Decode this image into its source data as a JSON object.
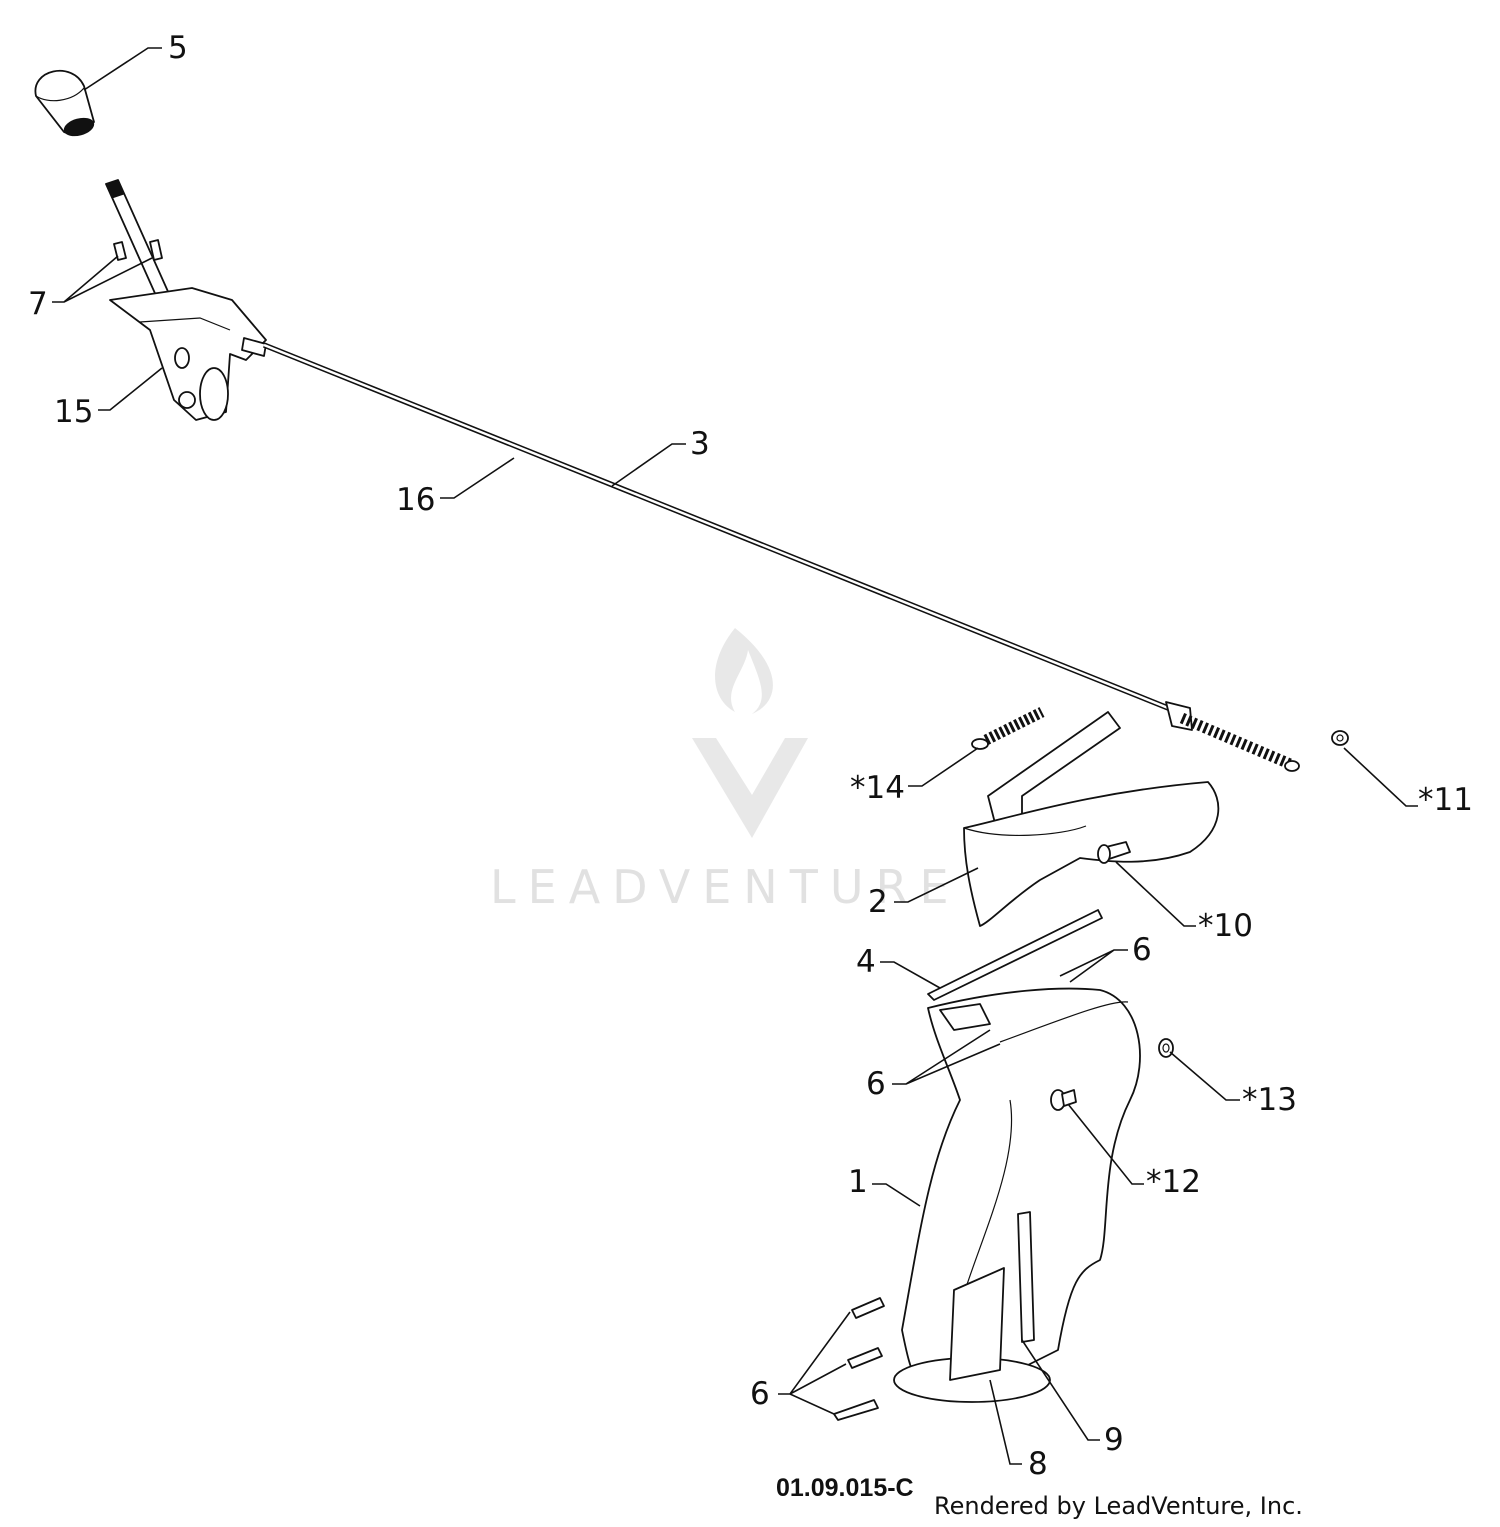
{
  "labels": [
    {
      "id": "5",
      "text": "5"
    },
    {
      "id": "7",
      "text": "7"
    },
    {
      "id": "15",
      "text": "15"
    },
    {
      "id": "16",
      "text": "16"
    },
    {
      "id": "3",
      "text": "3"
    },
    {
      "id": "14",
      "text": "*14"
    },
    {
      "id": "11",
      "text": "*11"
    },
    {
      "id": "2",
      "text": "2"
    },
    {
      "id": "10",
      "text": "*10"
    },
    {
      "id": "4",
      "text": "4"
    },
    {
      "id": "6a",
      "text": "6"
    },
    {
      "id": "6b",
      "text": "6"
    },
    {
      "id": "13",
      "text": "*13"
    },
    {
      "id": "12",
      "text": "*12"
    },
    {
      "id": "1",
      "text": "1"
    },
    {
      "id": "6c",
      "text": "6"
    },
    {
      "id": "8",
      "text": "8"
    },
    {
      "id": "9",
      "text": "9"
    }
  ],
  "watermark": "LEADVENTURE",
  "diagram_code": "01.09.015-C",
  "credit": "Rendered by LeadVenture, Inc."
}
